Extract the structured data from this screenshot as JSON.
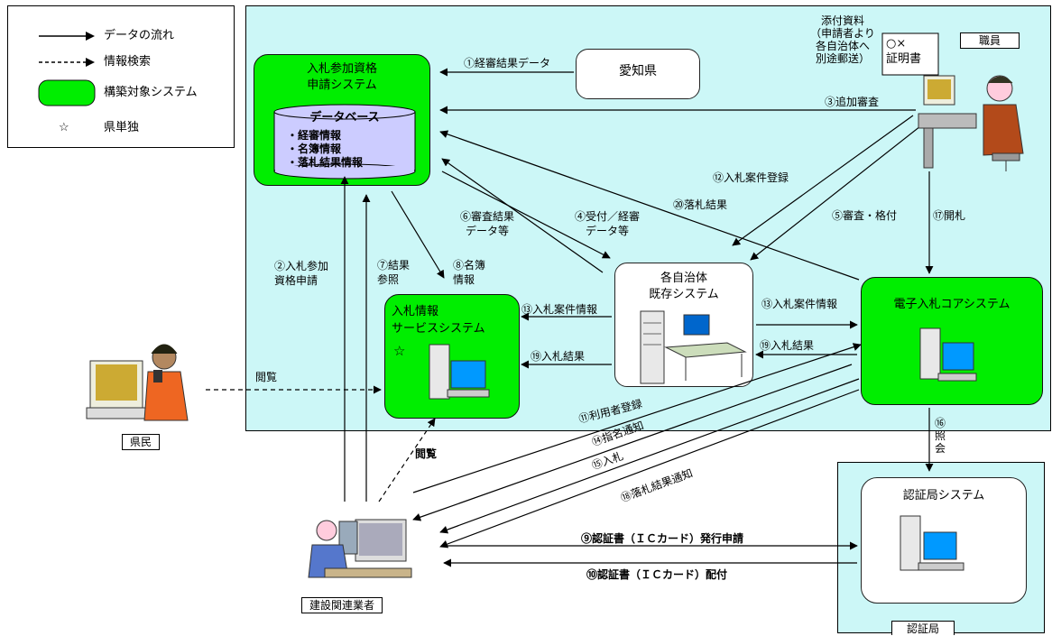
{
  "legend": {
    "data_flow": "データの流れ",
    "info_search": "情報検索",
    "target_system": "構築対象システム",
    "star": "☆",
    "prefecture_only": "県単独"
  },
  "nodes": {
    "bidding_app_system": [
      "入札参加資格",
      "申請システム"
    ],
    "database_title": "データベース",
    "database_items": [
      "・経審情報",
      "・名簿情報",
      "・落札結果情報"
    ],
    "aichi": "愛知県",
    "staff": "職員",
    "attachments": [
      "添付資料",
      "（申請者より",
      "各自治体へ",
      "別途郵送）"
    ],
    "certificate": [
      "○×",
      "証明書"
    ],
    "existing_system": [
      "各自治体",
      "既存システム"
    ],
    "bid_info_service": [
      "入札情報",
      "サービスシステム"
    ],
    "star": "☆",
    "e_bid_core": "電子入札コアシステム",
    "citizen": "県民",
    "contractor": "建設関連業者",
    "ca_system": "認証局システム",
    "ca": "認証局"
  },
  "flows": {
    "f1": "①経審結果データ",
    "f2": [
      "②入札参加",
      "資格申請"
    ],
    "f3": "③追加審査",
    "f4": [
      "④受付／経審",
      "データ等"
    ],
    "f5": "⑤審査・格付",
    "f6": [
      "⑥審査結果",
      "データ等"
    ],
    "f7": [
      "⑦結果",
      "参照"
    ],
    "f8": [
      "⑧名簿",
      "情報"
    ],
    "f9": "⑨認証書（ＩＣカード）発行申請",
    "f10": "⑩認証書（ＩＣカード）配付",
    "f11": "⑪利用者登録",
    "f12": "⑫入札案件登録",
    "f13a": "⑬入札案件情報",
    "f13b": "⑬入札案件情報",
    "f14": "⑭指名通知",
    "f15": "⑮入札",
    "f16": [
      "⑯",
      "照",
      "会"
    ],
    "f17": "⑰開札",
    "f18": "⑱落札結果通知",
    "f19a": "⑲入札結果",
    "f19b": "⑲入札結果",
    "f20": "⑳落札結果",
    "browse1": "閲覧",
    "browse2": "閲覧"
  },
  "colors": {
    "region_bg": "#ccf7f7",
    "target_system_green": "#00ee00",
    "line": "#000000"
  }
}
